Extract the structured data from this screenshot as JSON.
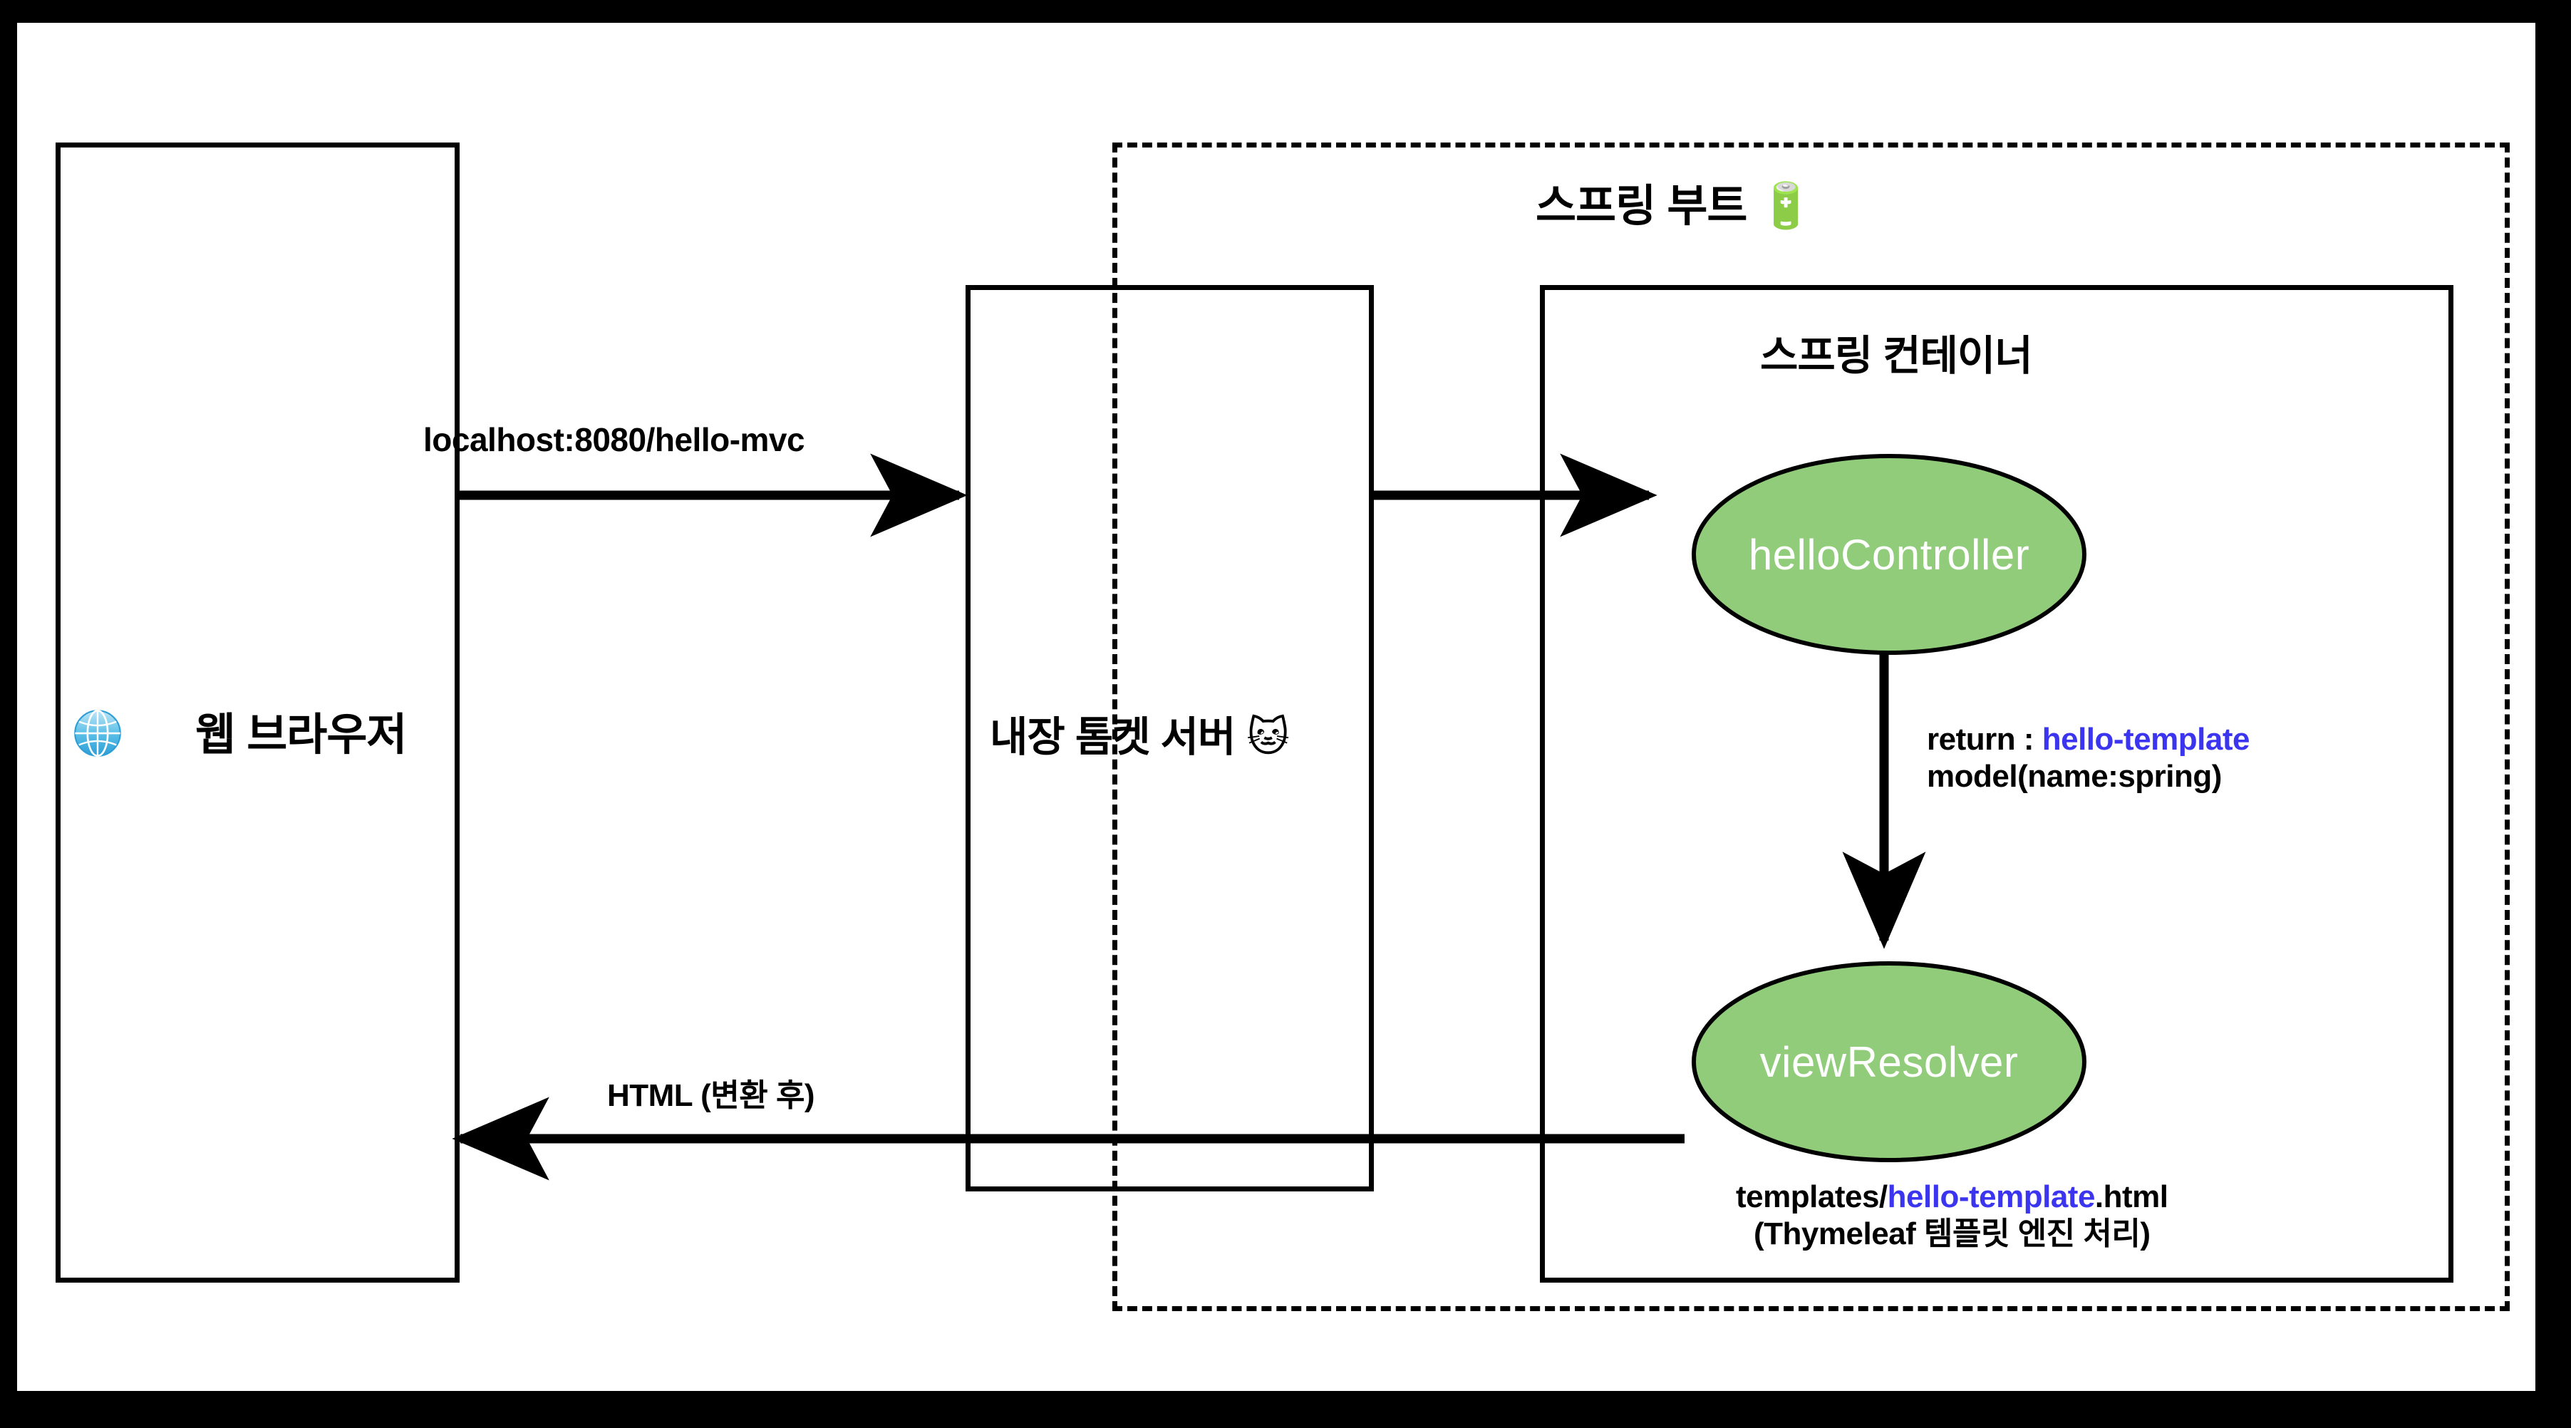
{
  "diagram": {
    "title_spring_boot": "스프링 부트",
    "title_spring_boot_emoji": "🔋",
    "container_title": "스프링 컨테이너",
    "browser_label": "웹 브라우저",
    "browser_icon": "globe-icon",
    "tomcat_label": "내장 톰켓 서버",
    "tomcat_emoji": "🐱",
    "request_url": "localhost:8080/hello-mvc",
    "response_label": "HTML (변환 후)",
    "controller_node": "helloController",
    "view_resolver_node": "viewResolver",
    "return_line_1_prefix": "return : ",
    "return_line_1_value": "hello-template",
    "return_line_2": "model(name:spring)",
    "template_path_prefix": "templates/",
    "template_path_value": "hello-template",
    "template_path_suffix": ".html",
    "template_engine_note": "(Thymeleaf 템플릿 엔진 처리)"
  },
  "colors": {
    "node_fill": "#90cc79",
    "node_stroke": "#000000",
    "accent_blue": "#3b35f0",
    "line": "#000000",
    "canvas": "#ffffff",
    "frame": "#000000"
  }
}
